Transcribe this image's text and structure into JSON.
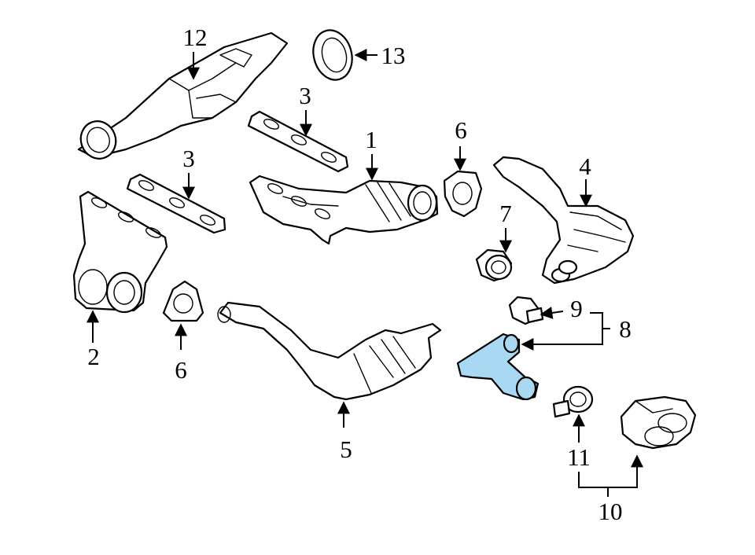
{
  "diagram": {
    "highlight_color": "#a9d8f2",
    "callouts": [
      {
        "id": "c1",
        "label": "1"
      },
      {
        "id": "c2",
        "label": "2"
      },
      {
        "id": "c3a",
        "label": "3"
      },
      {
        "id": "c3b",
        "label": "3"
      },
      {
        "id": "c4",
        "label": "4"
      },
      {
        "id": "c5",
        "label": "5"
      },
      {
        "id": "c6a",
        "label": "6"
      },
      {
        "id": "c6b",
        "label": "6"
      },
      {
        "id": "c7",
        "label": "7"
      },
      {
        "id": "c8",
        "label": "8"
      },
      {
        "id": "c9",
        "label": "9"
      },
      {
        "id": "c10",
        "label": "10"
      },
      {
        "id": "c11",
        "label": "11"
      },
      {
        "id": "c12",
        "label": "12"
      },
      {
        "id": "c13",
        "label": "13"
      }
    ],
    "parts": [
      {
        "ref": "1",
        "icon": "catalytic-converter-right"
      },
      {
        "ref": "2",
        "icon": "catalytic-converter-left"
      },
      {
        "ref": "3",
        "icon": "gasket-three-port"
      },
      {
        "ref": "4",
        "icon": "rear-muffler"
      },
      {
        "ref": "5",
        "icon": "center-muffler"
      },
      {
        "ref": "6",
        "icon": "flange-gasket"
      },
      {
        "ref": "7",
        "icon": "clamp"
      },
      {
        "ref": "8",
        "icon": "connector-pipe",
        "highlighted": true
      },
      {
        "ref": "9",
        "icon": "clamp"
      },
      {
        "ref": "10",
        "icon": "tail-pipe-tip"
      },
      {
        "ref": "11",
        "icon": "clamp"
      },
      {
        "ref": "12",
        "icon": "heat-shield"
      },
      {
        "ref": "13",
        "icon": "band-clamp"
      }
    ]
  }
}
